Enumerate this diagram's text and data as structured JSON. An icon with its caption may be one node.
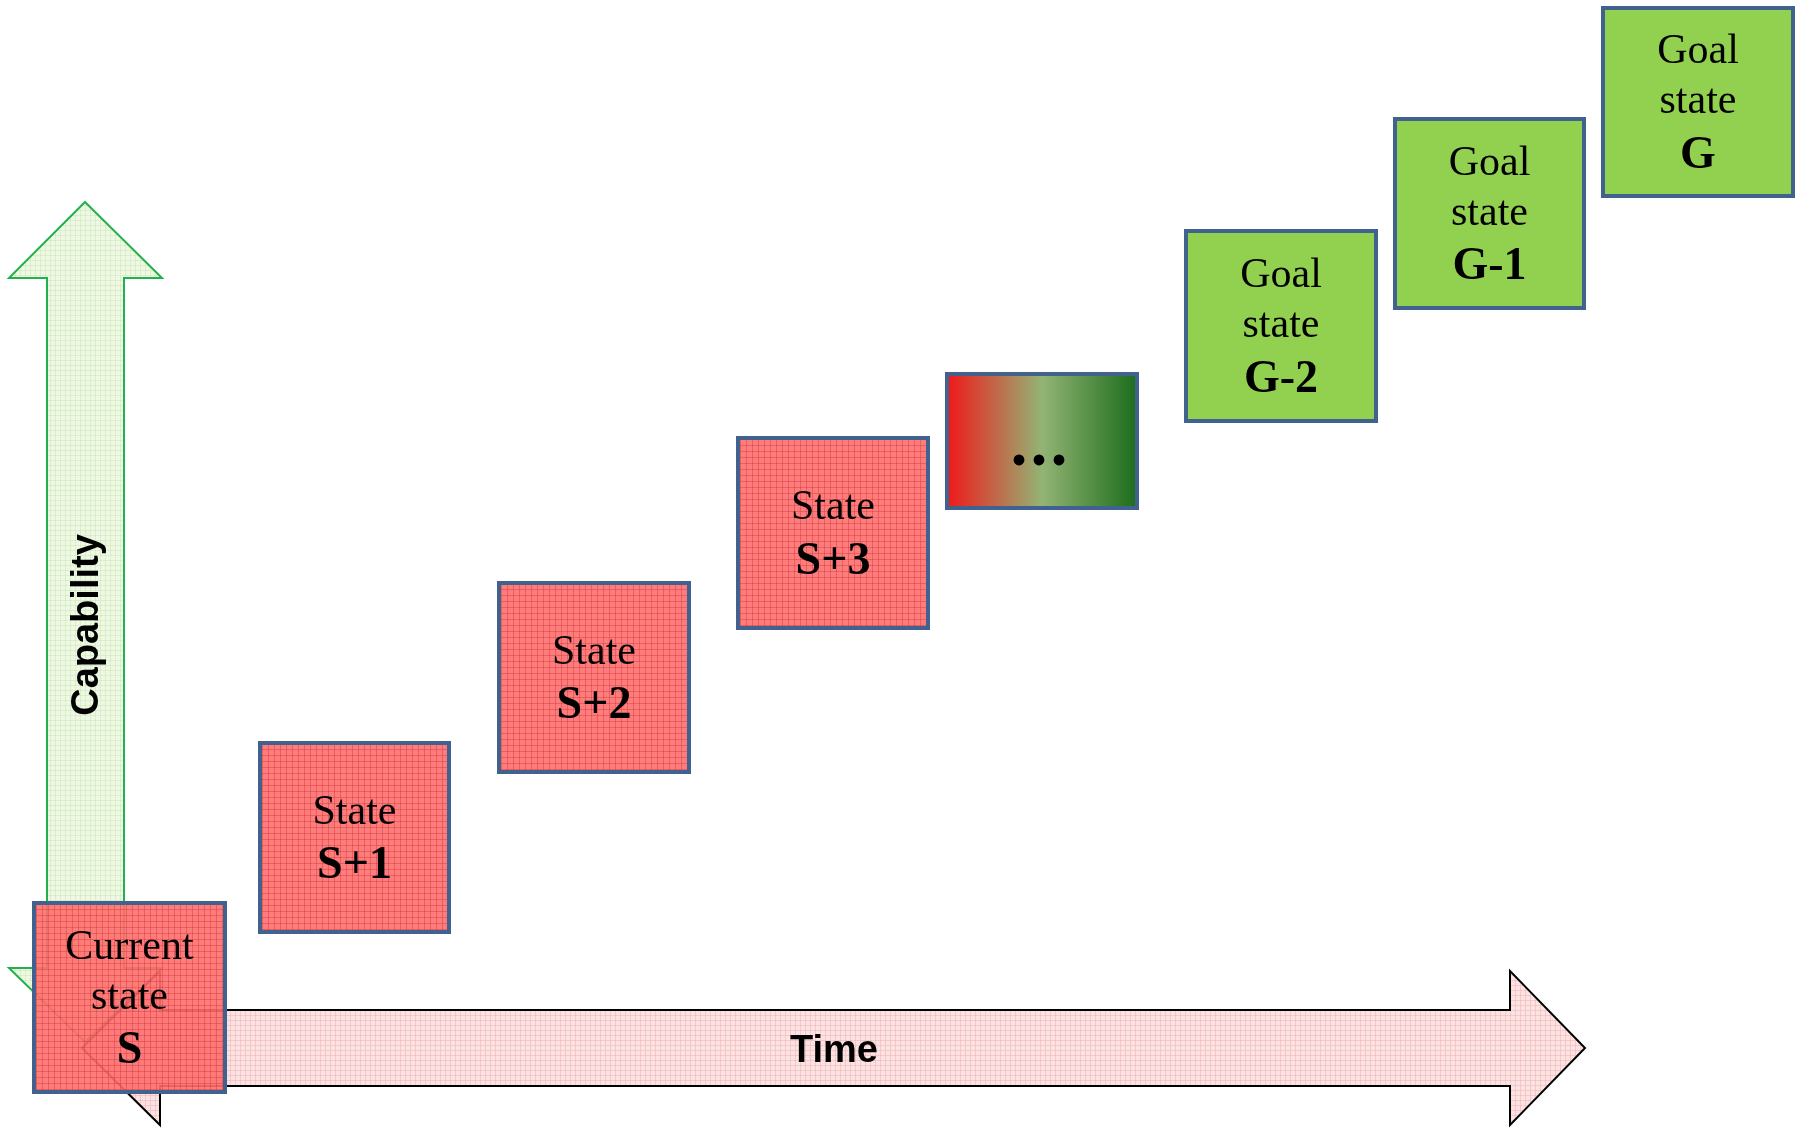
{
  "diagram": {
    "nodes": [
      {
        "text": [
          "Current state",
          "S"
        ]
      },
      {
        "text": [
          "State",
          "S+1"
        ]
      },
      {
        "text": [
          "State",
          "S+2"
        ]
      },
      {
        "text": [
          "State",
          "S+3"
        ]
      },
      {
        "text": [
          "•••"
        ]
      },
      {
        "text": [
          "Goal state",
          "G-2"
        ]
      },
      {
        "text": [
          "Goal state",
          "G-1"
        ]
      },
      {
        "text": [
          "Goal state",
          "G"
        ]
      }
    ],
    "labels": [
      "Capability",
      "Time"
    ]
  }
}
